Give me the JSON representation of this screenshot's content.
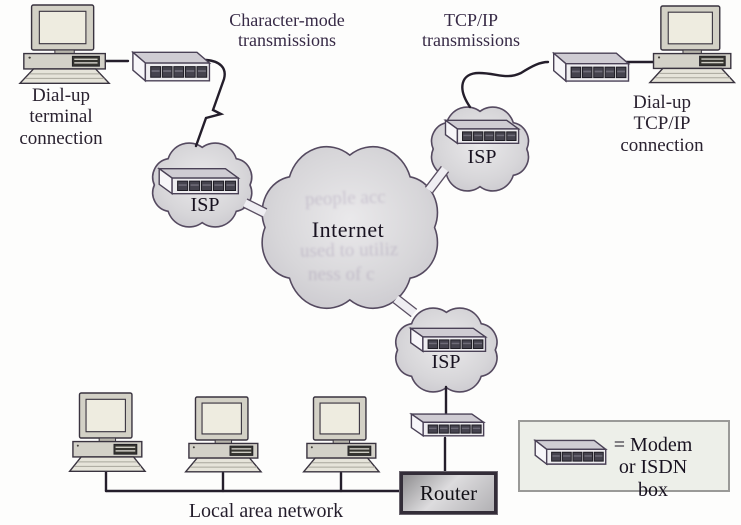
{
  "diagram": {
    "labels": {
      "character_mode": "Character-mode\ntransmissions",
      "tcpip": "TCP/IP\ntransmissions",
      "dialup_terminal": "Dial-up\nterminal\nconnection",
      "dialup_tcpip": "Dial-up\nTCP/IP\nconnection",
      "internet": "Internet",
      "isp_left": "ISP",
      "isp_right": "ISP",
      "isp_bottom": "ISP",
      "router": "Router",
      "lan": "Local area network",
      "legend": "= Modem\nor ISDN box"
    },
    "ghost_text": [
      "people acc",
      "used to utiliz",
      "ness of c"
    ],
    "colors": {
      "label_purple": "#372a46",
      "label_dark": "#2a2230",
      "text_black": "#181220",
      "cloud_fill": "#d7d6d9",
      "cloud_edge": "#554a60",
      "line": "#241e2b",
      "legend_bg": "#edefe9",
      "router_border": "#332d38"
    }
  }
}
